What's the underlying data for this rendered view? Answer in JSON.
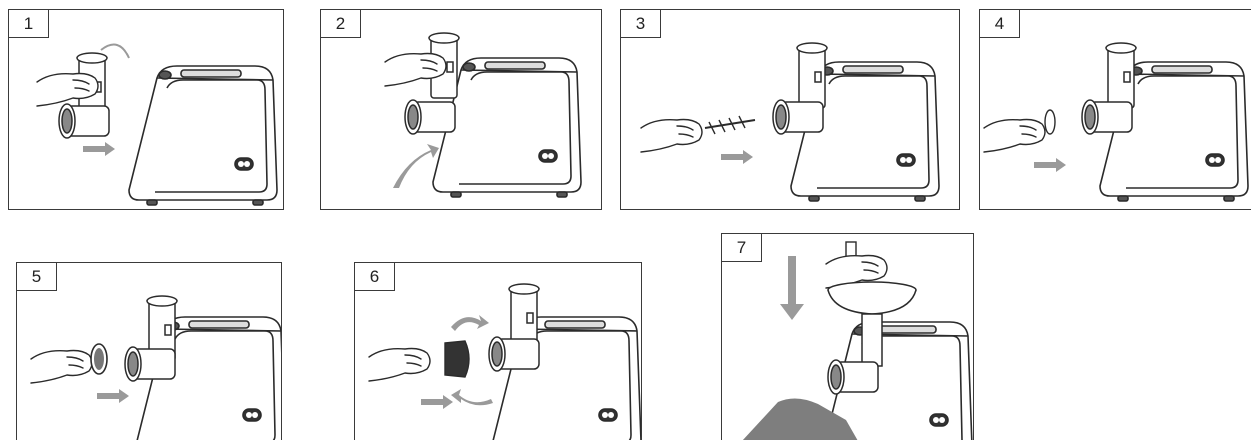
{
  "steps": [
    {
      "number": "1"
    },
    {
      "number": "2"
    },
    {
      "number": "3"
    },
    {
      "number": "4"
    },
    {
      "number": "5"
    },
    {
      "number": "6"
    },
    {
      "number": "7"
    }
  ],
  "colors": {
    "outline": "#2b2b2b",
    "arrow": "#9a9a9a",
    "frame": "#3a3a3a",
    "meat": "#7e7e7e"
  }
}
